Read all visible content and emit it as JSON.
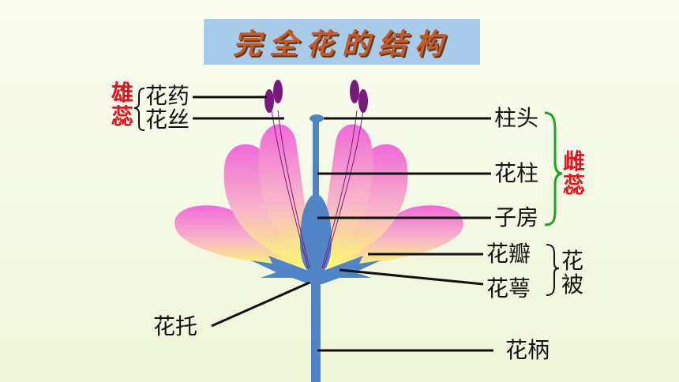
{
  "title": "完全花的结构",
  "labels": {
    "stamen_group": "雄蕊",
    "anther": "花药",
    "filament": "花丝",
    "stigma": "柱头",
    "style": "花柱",
    "ovary": "子房",
    "pistil_group": "雌蕊",
    "petal": "花瓣",
    "sepal": "花萼",
    "perianth_group": "花被",
    "receptacle": "花托",
    "pedicel": "花柄"
  },
  "colors": {
    "title_bg": "#a9cbea",
    "title_text": "#c75a2a",
    "petal_top": "#f06ad8",
    "petal_bottom": "#fdfb6a",
    "stem": "#5084c4",
    "anther": "#7a1a7f",
    "pistil_bracket": "#1ea51e",
    "group_label": "#e0141c"
  }
}
